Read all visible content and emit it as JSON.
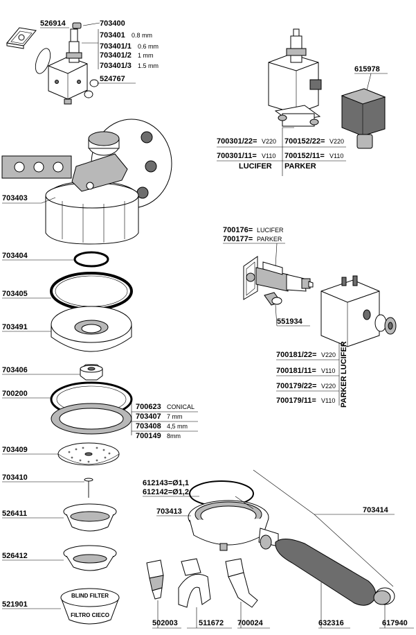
{
  "labels": {
    "p526914": "526914",
    "p703400": "703400",
    "p703401": "703401",
    "p703401_sub": "0.8 mm",
    "p703401_1": "703401/1",
    "p703401_1_sub": "0.6 mm",
    "p703401_2": "703401/2",
    "p703401_2_sub": "1 mm",
    "p703401_3": "703401/3",
    "p703401_3_sub": "1.5 mm",
    "p524767": "524767",
    "p615978": "615978",
    "p700301_22": "700301/22=",
    "p700301_22_sub": "V220",
    "p700152_22": "700152/22=",
    "p700152_22_sub": "V220",
    "p700301_11": "700301/11=",
    "p700301_11_sub": "V110",
    "p700152_11": "700152/11=",
    "p700152_11_sub": "V110",
    "lucifer_top": "LUCIFER",
    "parker_top": "PARKER",
    "p703403": "703403",
    "p700176": "700176=",
    "p700176_sub": "LUCIFER",
    "p700177": "700177=",
    "p700177_sub": "PARKER",
    "p551934": "551934",
    "p703404": "703404",
    "p703405": "703405",
    "p703491": "703491",
    "p700181_22": "700181/22=",
    "p700181_22_sub": "V220",
    "p700181_11": "700181/11=",
    "p700181_11_sub": "V110",
    "p700179_22": "700179/22=",
    "p700179_22_sub": "V220",
    "p700179_11": "700179/11=",
    "p700179_11_sub": "V110",
    "lucifer_side": "LUCIFER",
    "parker_side": "PARKER",
    "p703406": "703406",
    "p700200": "700200",
    "p700623": "700623",
    "p700623_sub": "CONICAL",
    "p703407": "703407",
    "p703407_sub": "7 mm",
    "p703408": "703408",
    "p703408_sub": "4,5 mm",
    "p700149": "700149",
    "p700149_sub": "8mm",
    "p703409": "703409",
    "p703410": "703410",
    "p612143": "612143=Ø1,1",
    "p612142": "612142=Ø1,2",
    "p703414": "703414",
    "p703413": "703413",
    "p526411": "526411",
    "p526412": "526412",
    "p521901": "521901",
    "blind_filter": "BLIND FILTER",
    "filtro_cieco": "FILTRO CIECO",
    "p502003": "502003",
    "p511672": "511672",
    "p700024": "700024",
    "p632316": "632316",
    "p617940": "617940"
  }
}
